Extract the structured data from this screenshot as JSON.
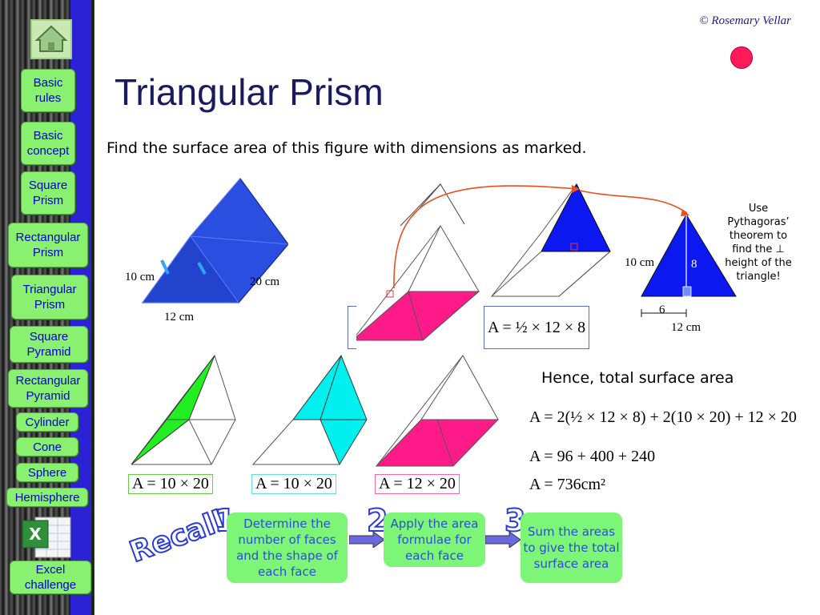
{
  "copyright": "© Rosemary Vellar",
  "title": "Triangular Prism",
  "question": "Find the surface area of this figure with dimensions as marked.",
  "sidebar": {
    "items": [
      {
        "label": "Basic rules"
      },
      {
        "label": "Basic concept"
      },
      {
        "label": "Square Prism"
      },
      {
        "label": "Rectangular Prism"
      },
      {
        "label": "Triangular Prism"
      },
      {
        "label": "Square Pyramid"
      },
      {
        "label": "Rectangular Pyramid"
      },
      {
        "label": "Cylinder"
      },
      {
        "label": "Cone"
      },
      {
        "label": "Sphere"
      },
      {
        "label": "Hemisphere"
      },
      {
        "label": "Excel challenge"
      }
    ]
  },
  "figure": {
    "dim_10": "10 cm",
    "dim_20": "20 cm",
    "dim_12": "12 cm"
  },
  "triangle": {
    "dim_10": "10 cm",
    "height": "8",
    "half_base": "6",
    "base": "12 cm"
  },
  "pythagoras_note": "Use Pythagoras’ theorem to find the ⊥ height of the triangle!",
  "triangle_formula": "A = ½ × 12 × 8",
  "face_formulas": {
    "green": "A = 10 × 20",
    "cyan": "A = 10 × 20",
    "pink": "A = 12 × 20"
  },
  "hence": "Hence, total surface area",
  "total": {
    "line1": "A = 2(½ × 12 × 8) + 2(10 × 20) + 12 × 20",
    "line2": "A = 96 + 400 + 240",
    "line3": "A = 736cm²"
  },
  "recall": {
    "word": "Recall",
    "steps": [
      {
        "number": "1",
        "text": "Determine the number of faces and the shape of each face"
      },
      {
        "number": "2",
        "text": "Apply the area formulae for each face"
      },
      {
        "number": "3",
        "text": "Sum the areas to give the total surface area"
      }
    ]
  },
  "colors": {
    "blue": "#1f3bd9",
    "pink": "#ff1a8a",
    "green": "#22ee22",
    "cyan": "#00f0f0",
    "step_green": "#7df577"
  }
}
